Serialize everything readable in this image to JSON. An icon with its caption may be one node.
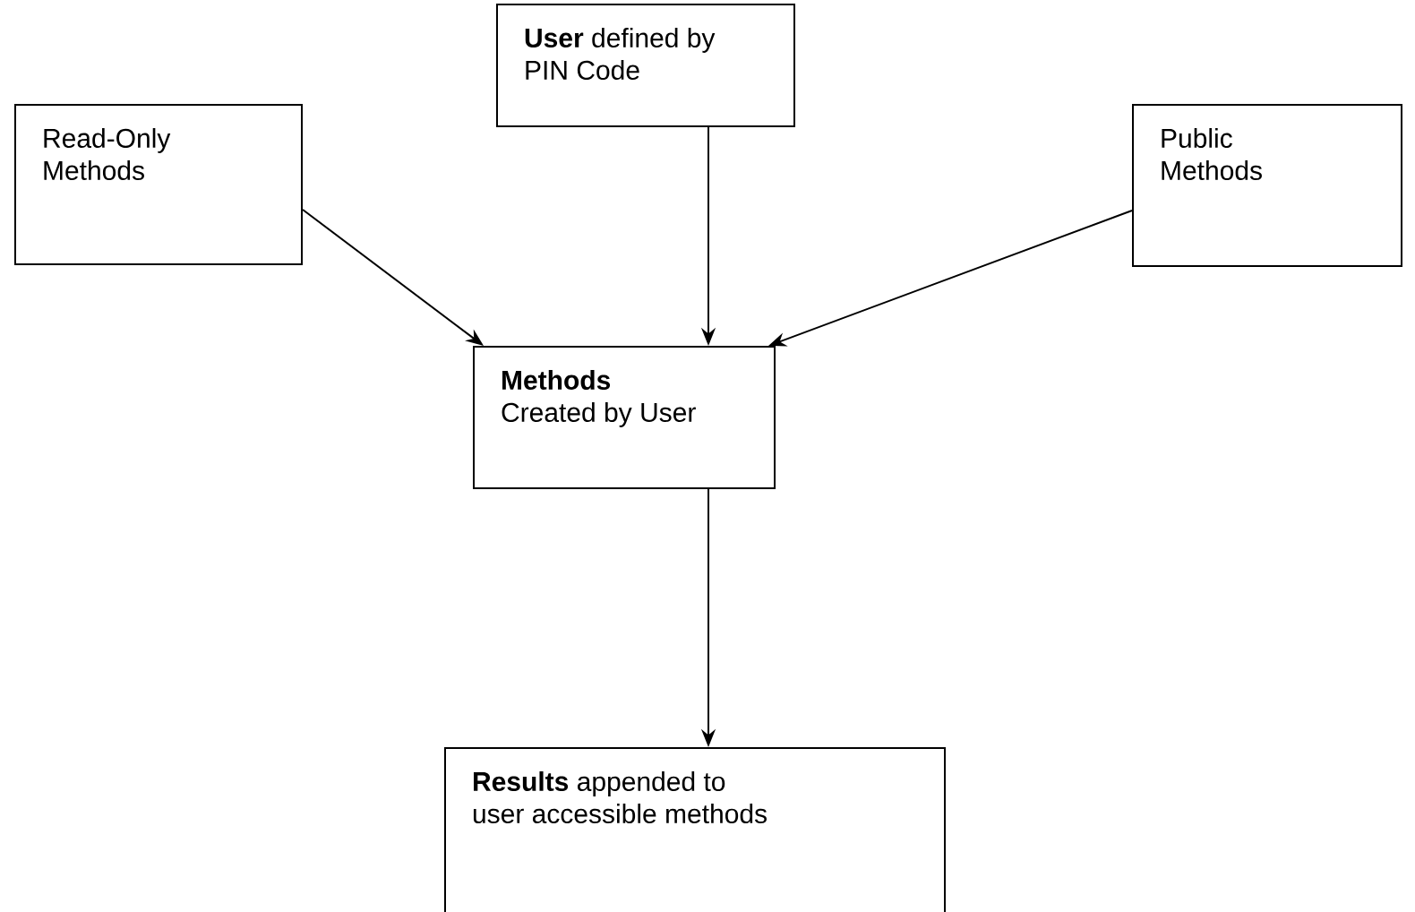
{
  "diagram": {
    "nodes": [
      {
        "text": [
          "Read-Only Methods"
        ]
      },
      {
        "text": [
          "**User** defined by PIN Code"
        ]
      },
      {
        "text": [
          "Public Methods"
        ]
      },
      {
        "text": [
          "Methods",
          "Created by User"
        ]
      },
      {
        "text": [
          "**Results** appended to user accessible methods"
        ]
      }
    ],
    "edges": [
      {
        "from": 0,
        "to": 3,
        "arrow": "to"
      },
      {
        "from": 1,
        "to": 3,
        "arrow": "to"
      },
      {
        "from": 2,
        "to": 3,
        "arrow": "to"
      },
      {
        "from": 3,
        "to": 4,
        "arrow": "to"
      }
    ]
  }
}
